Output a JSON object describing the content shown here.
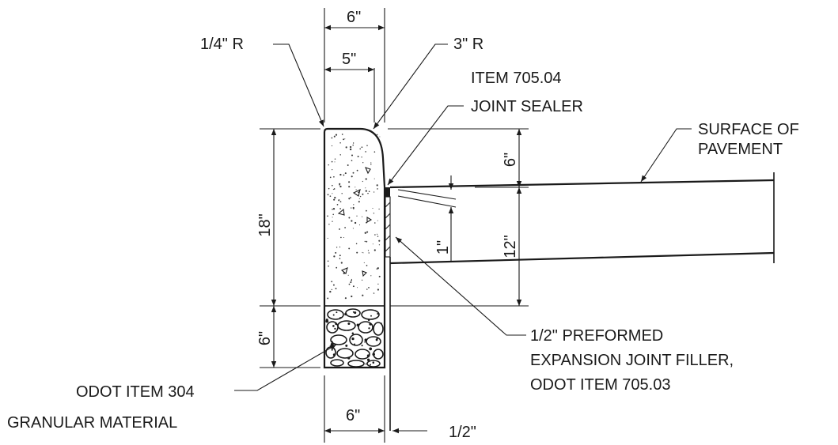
{
  "dimensions": {
    "top_width": "6\"",
    "top_inner_width": "5\"",
    "bottom_width": "6\"",
    "gap_width": "1/2\"",
    "curb_height": "18\"",
    "base_height": "6\"",
    "reveal_height": "6\"",
    "slab_thickness": "12\"",
    "sealer_depth": "1\""
  },
  "callouts": {
    "small_radius": "1/4\" R",
    "large_radius": "3\" R",
    "sealer_line1": "ITEM 705.04",
    "sealer_line2": "JOINT SEALER",
    "pavement_line1": "SURFACE OF",
    "pavement_line2": "PAVEMENT",
    "filler_line1": "1/2\" PREFORMED",
    "filler_line2": "EXPANSION JOINT FILLER,",
    "filler_line3": "ODOT ITEM 705.03",
    "base_line1": "ODOT ITEM 304",
    "base_line2": "GRANULAR MATERIAL"
  },
  "colors": {
    "ink": "#1a1a1a",
    "background": "#ffffff"
  }
}
